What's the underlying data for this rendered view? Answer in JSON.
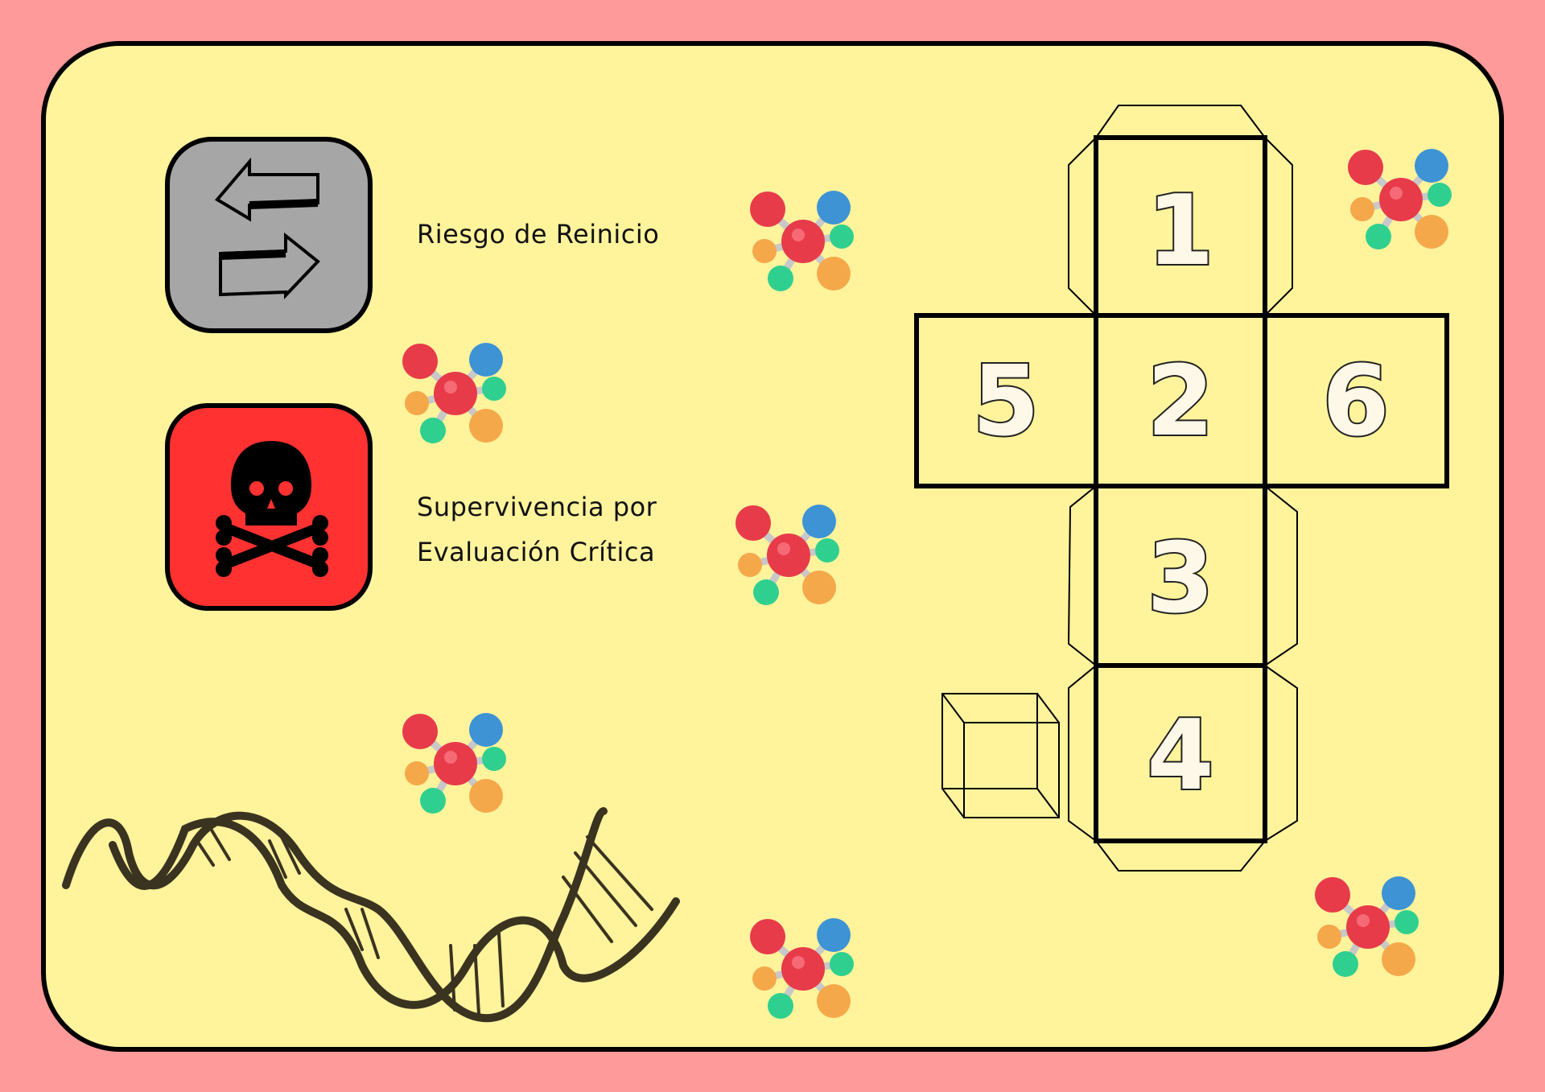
{
  "legend": [
    {
      "icon": "swap-arrows-icon",
      "label": "Riesgo de Reinicio",
      "color": "#a6a6a6"
    },
    {
      "icon": "skull-crossbones-icon",
      "label_lines": [
        "Supervivencia por",
        "Evaluación Crítica"
      ],
      "color": "#ff3131"
    }
  ],
  "dice_net": {
    "faces": [
      "1",
      "5",
      "2",
      "6",
      "3",
      "4"
    ]
  },
  "colors": {
    "background": "#ff9a9a",
    "card": "#fff39c",
    "border": "#000000"
  }
}
